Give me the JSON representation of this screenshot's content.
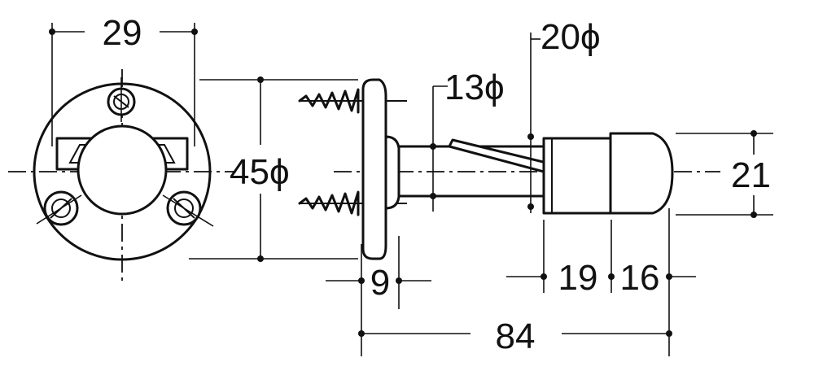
{
  "colors": {
    "ink": "#111111",
    "paper": "#ffffff"
  },
  "dimensions": {
    "flange_width": "29",
    "flange_diameter": "45ϕ",
    "shaft_diameter": "13ϕ",
    "body_diameter": "20ϕ",
    "cap_height": "21",
    "flange_thickness": "9",
    "body_length": "19",
    "cap_length": "16",
    "overall_length": "84"
  }
}
